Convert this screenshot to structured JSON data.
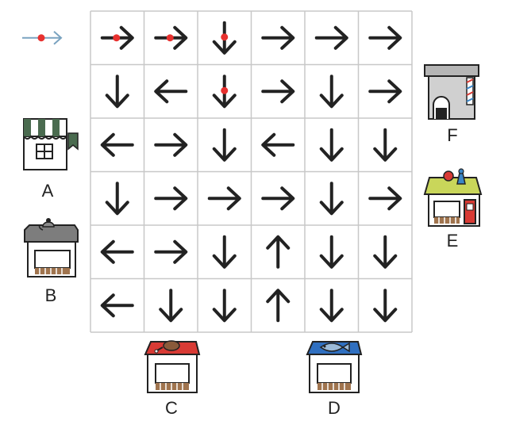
{
  "entry_marker": {
    "direction": "right",
    "color": "#7aa3c0",
    "dot_color": "#e8312f"
  },
  "grid": {
    "rows": 6,
    "cols": 6,
    "arrows": [
      [
        "right",
        "right",
        "down",
        "right",
        "right",
        "right"
      ],
      [
        "down",
        "left",
        "down",
        "right",
        "down",
        "right"
      ],
      [
        "left",
        "right",
        "down",
        "left",
        "down",
        "down"
      ],
      [
        "down",
        "right",
        "right",
        "right",
        "down",
        "right"
      ],
      [
        "left",
        "right",
        "down",
        "up",
        "down",
        "down"
      ],
      [
        "left",
        "down",
        "down",
        "up",
        "down",
        "down"
      ]
    ],
    "path_dots": [
      {
        "row": 0,
        "col": 0
      },
      {
        "row": 0,
        "col": 1
      },
      {
        "row": 0,
        "col": 2
      },
      {
        "row": 1,
        "col": 2
      }
    ],
    "line_color": "#c8c8c8",
    "arrow_color": "#222222",
    "dot_color": "#e8312f"
  },
  "shops": [
    {
      "label": "A",
      "icon": "storefront-awning-icon",
      "roof_color": "#4a6b4f"
    },
    {
      "label": "B",
      "icon": "kettle-shop-icon",
      "roof_color": "#7d7d7d"
    },
    {
      "label": "C",
      "icon": "meat-shop-icon",
      "roof_color": "#d83a34"
    },
    {
      "label": "D",
      "icon": "fish-shop-icon",
      "roof_color": "#2f6fc0"
    },
    {
      "label": "E",
      "icon": "toy-shop-icon",
      "roof_color": "#c9d65a"
    },
    {
      "label": "F",
      "icon": "barber-shop-icon",
      "roof_color": "#9a9a9a"
    }
  ]
}
